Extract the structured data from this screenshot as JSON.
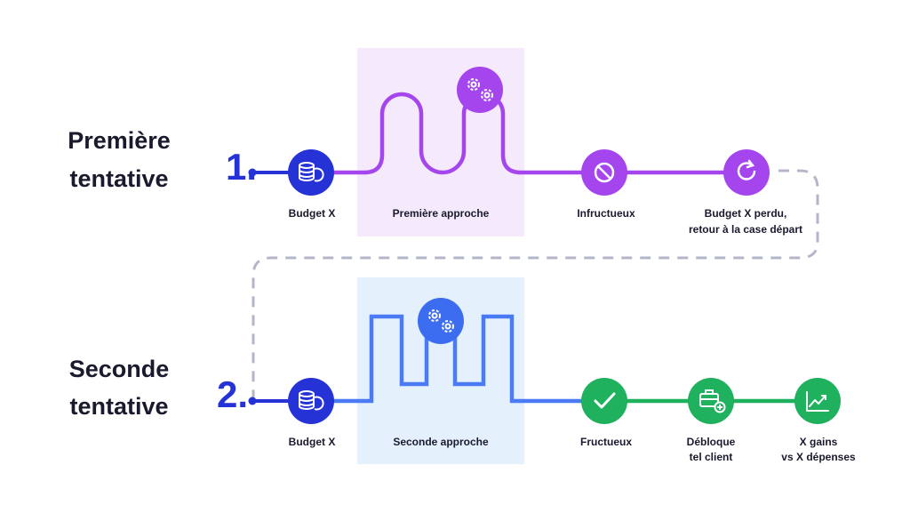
{
  "colors": {
    "blue": "#2432d6",
    "purple": "#a545ee",
    "purple_zone": "#f4eafc",
    "blue_line": "#4a7bf5",
    "blue_zone": "#e4f1fc",
    "green": "#1fb15e",
    "dashed": "#b3b6c8",
    "text": "#1a1a2e"
  },
  "attempt1": {
    "title_line1": "Première",
    "title_line2": "tentative",
    "number": "1.",
    "steps": [
      {
        "label": "Budget X",
        "icon": "coin-stack-icon"
      },
      {
        "label": "Première approche",
        "icon": "gears-icon"
      },
      {
        "label": "Infructueux",
        "icon": "prohibited-icon"
      },
      {
        "label_line1": "Budget  X perdu,",
        "label_line2": "retour à la case départ",
        "icon": "restart-icon"
      }
    ]
  },
  "attempt2": {
    "title_line1": "Seconde",
    "title_line2": "tentative",
    "number": "2.",
    "steps": [
      {
        "label": "Budget X",
        "icon": "coin-stack-icon"
      },
      {
        "label": "Seconde approche",
        "icon": "gears-icon"
      },
      {
        "label": "Fructueux",
        "icon": "checkmark-icon"
      },
      {
        "label_line1": "Débloque",
        "label_line2": "tel client",
        "icon": "briefcase-plus-icon"
      },
      {
        "label_line1": "X gains",
        "label_line2": "vs X dépenses",
        "icon": "growth-chart-icon"
      }
    ]
  }
}
